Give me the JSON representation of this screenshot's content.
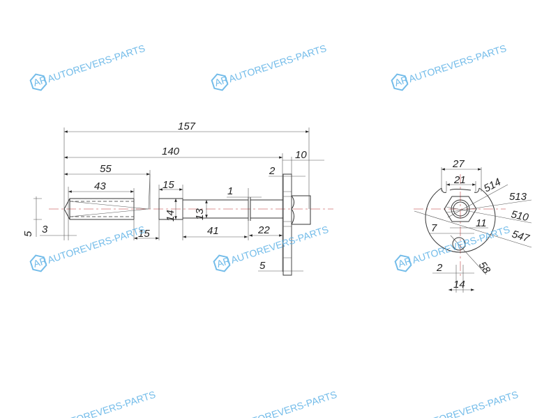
{
  "watermark": {
    "text": "AUTOREVERS-PARTS",
    "logo": "AR",
    "color": "#5ab0e6"
  },
  "side_view": {
    "dimensions": [
      "157",
      "140",
      "10",
      "2",
      "55",
      "43",
      "15",
      "1",
      "14",
      "13",
      "5",
      "3",
      "15",
      "41",
      "22",
      "5"
    ]
  },
  "end_view": {
    "dimensions": [
      "27",
      "21",
      "514",
      "513",
      "510",
      "11",
      "7",
      "547",
      "58",
      "2",
      "14"
    ]
  },
  "colors": {
    "line": "#333333",
    "centerline": "#d07070"
  }
}
